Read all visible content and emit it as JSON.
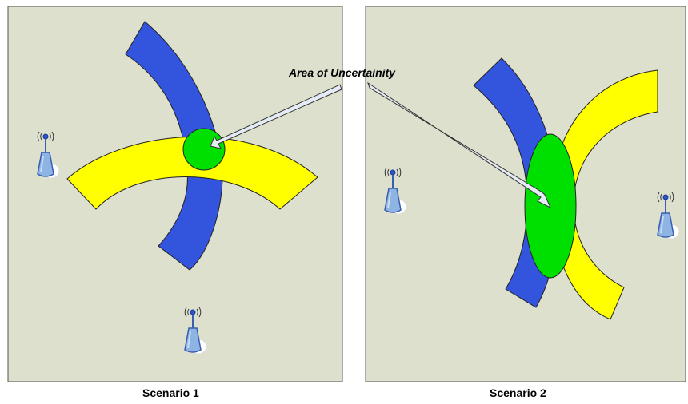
{
  "callout": {
    "text": "Area of Uncertainity"
  },
  "scenarios": [
    {
      "caption": "Scenario 1"
    },
    {
      "caption": "Scenario 2"
    }
  ],
  "colors": {
    "panel": "#dde0cd",
    "panel_border": "#555555",
    "band_blue": "#3355dd",
    "band_yellow": "#ffff00",
    "uncertainty_green": "#00e000",
    "tower": "#8eb4e3",
    "arrow_fill": "#e6ecf5"
  },
  "icons": [
    "cell-tower-icon",
    "radio-waves-icon",
    "arrow-icon"
  ]
}
